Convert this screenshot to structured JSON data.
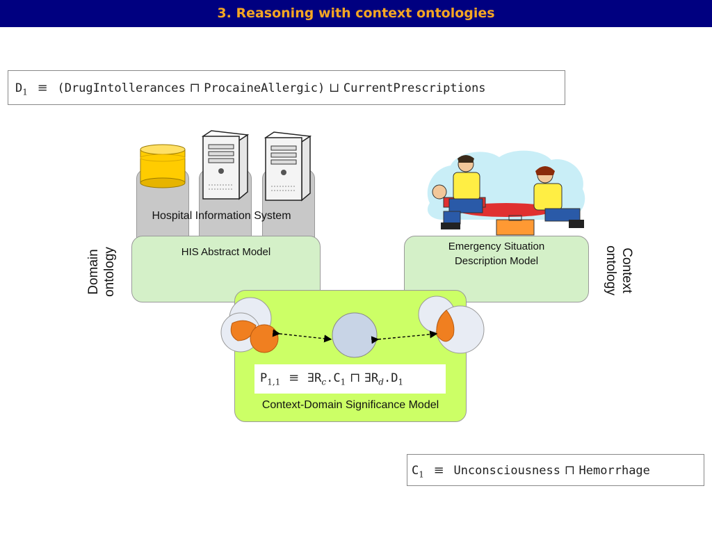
{
  "header": {
    "title": "3. Reasoning with context ontologies"
  },
  "formulas": {
    "d1": {
      "lhs": "D",
      "lhs_sub": "1",
      "equiv": "≡",
      "open": "(",
      "a": "DrugIntollerances",
      "and": "⊓",
      "b": "ProcaineAllergic",
      "close": ")",
      "or": "⊔",
      "c": "CurrentPrescriptions"
    },
    "p11": {
      "lhs": "P",
      "lhs_sub": "1,1",
      "equiv": "≡",
      "exists1": "∃R",
      "r1_sub": "c",
      "dot1": ".C",
      "c_sub": "1",
      "and": "⊓",
      "exists2": "∃R",
      "r2_sub": "d",
      "dot2": ".D",
      "d_sub": "1"
    },
    "c1": {
      "lhs": "C",
      "lhs_sub": "1",
      "equiv": "≡",
      "a": "Unconsciousness",
      "and": "⊓",
      "b": "Hemorrhage"
    }
  },
  "labels": {
    "his": "Hospital Information System",
    "his_model": "HIS Abstract Model",
    "esd_model_1": "Emergency Situation",
    "esd_model_2": "Description Model",
    "cds_model": "Context-Domain Significance Model",
    "domain_1": "Domain",
    "domain_2": "ontology",
    "context_1": "Context",
    "context_2": "ontology"
  },
  "icons": [
    "database-icon",
    "server-icon",
    "server-icon",
    "paramedics-clipart"
  ],
  "colors": {
    "header_bg": "#000080",
    "header_text": "#f5a623",
    "green_box": "#d4f0c8",
    "lime_box": "#ccff66",
    "orange": "#f07f20",
    "circle_light": "#e8ecf4",
    "circle_mid": "#c8d4e6"
  }
}
